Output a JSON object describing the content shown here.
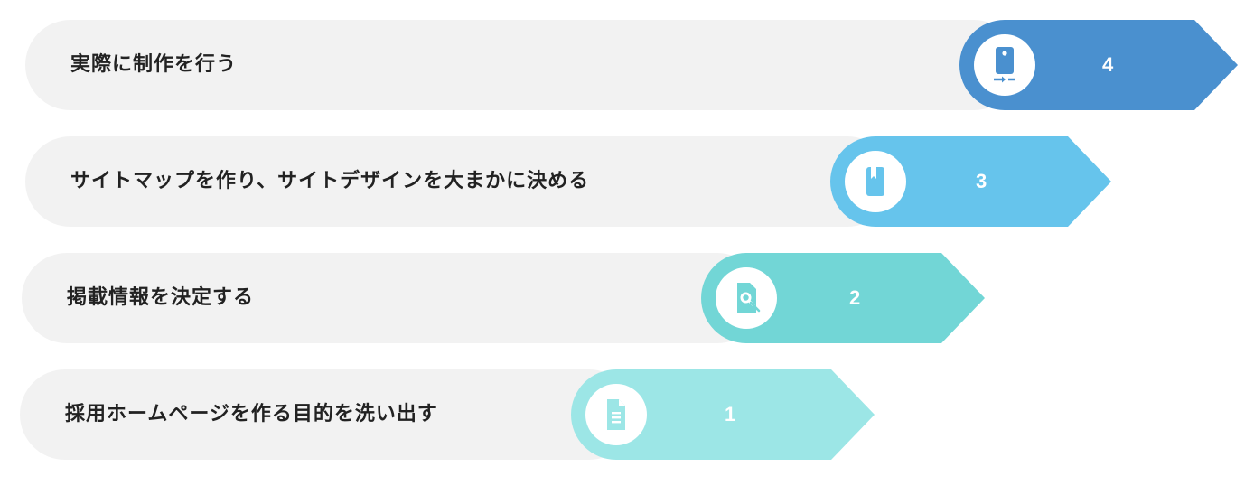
{
  "steps": [
    {
      "number": "4",
      "label": "実際に制作を行う",
      "icon": "mobile-device-icon",
      "color": "#4a90cf"
    },
    {
      "number": "3",
      "label": "サイトマップを作り、サイトデザインを大まかに決める",
      "icon": "book-icon",
      "color": "#66c4ec"
    },
    {
      "number": "2",
      "label": "掲載情報を決定する",
      "icon": "document-search-icon",
      "color": "#72d6d6"
    },
    {
      "number": "1",
      "label": "採用ホームページを作る目的を洗い出す",
      "icon": "document-icon",
      "color": "#9ce6e6"
    }
  ]
}
